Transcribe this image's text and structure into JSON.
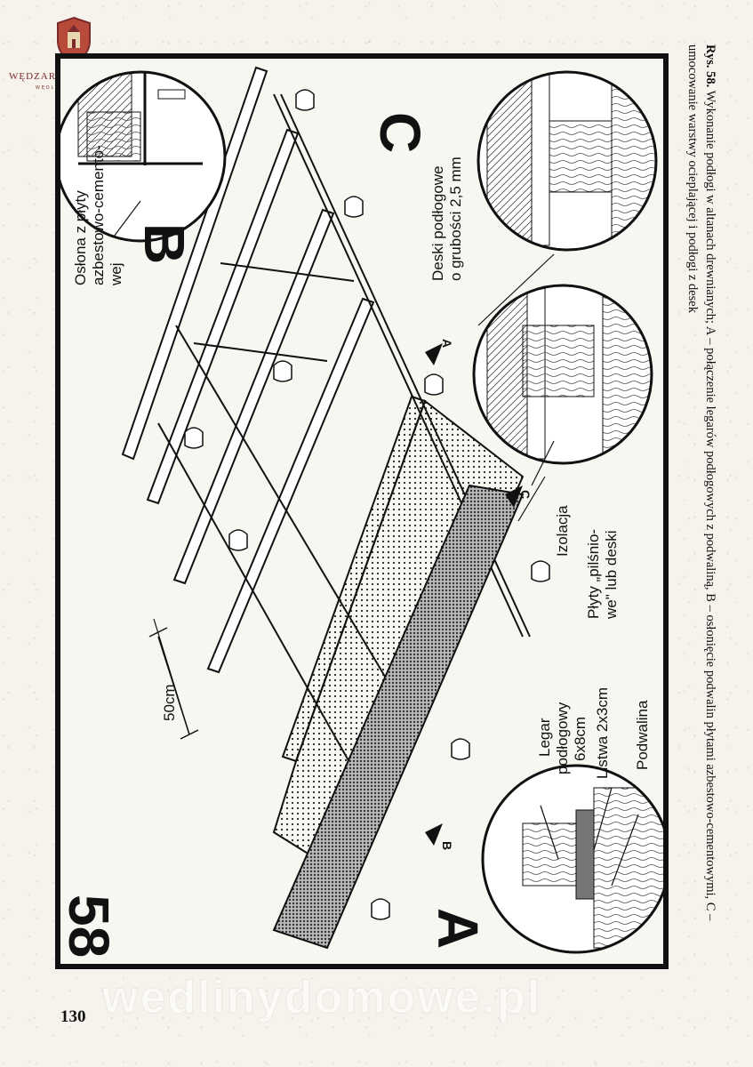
{
  "logo": {
    "title": "WĘDZARNICZA BRAĆ",
    "subtitle": "WĘDLINYDOMOWE"
  },
  "figure": {
    "number": "58",
    "view_letters": {
      "a": "A",
      "b": "B",
      "c": "C"
    },
    "arrow_labels": {
      "a": "A",
      "b": "B",
      "c": "C"
    },
    "labels": {
      "oslona_line1": "Osłona z płyty",
      "oslona_line2": "azbestowo-cemento-",
      "oslona_line3": "wej",
      "deski_line1": "Deski podłogowe",
      "deski_line2": "o grubości 2,5 mm",
      "izolacja": "Izolacja",
      "plyty_line1": "Płyty „pilśnio-",
      "plyty_line2": "we\" lub deski",
      "legar_line1": "Legar",
      "legar_line2": "podłogowy",
      "legar_line3": "6x8cm",
      "listwa": "Listwa 2x3cm",
      "podwalina": "Podwalina",
      "dimension": "50cm"
    }
  },
  "caption": {
    "number": "Rys. 58.",
    "text": "Wykonanie podłogi w altanach drewnianych; A – połączenie legarów podłogowych z podwaliną, B – osłonięcie podwalin płytami azbestowo-cementowymi, C – umocowanie warstwy ocieplającej i podłogi z desek"
  },
  "page_number": "130",
  "watermark": "wedlinydomowe.pl",
  "colors": {
    "ink": "#111111",
    "paper": "#f6f3ec",
    "logo": "#7a2a2a"
  }
}
